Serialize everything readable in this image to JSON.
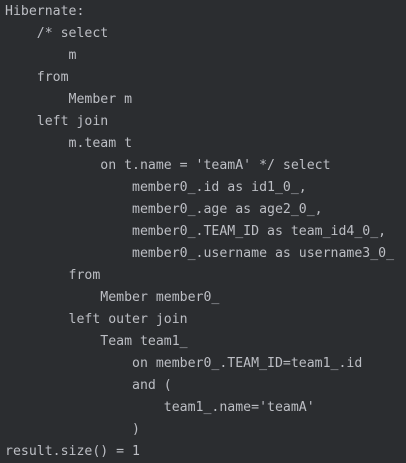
{
  "console": {
    "lines": [
      "Hibernate: ",
      "    /* select",
      "        m ",
      "    from",
      "        Member m ",
      "    left join",
      "        m.team t ",
      "            on t.name = 'teamA' */ select",
      "                member0_.id as id1_0_,",
      "                member0_.age as age2_0_,",
      "                member0_.TEAM_ID as team_id4_0_,",
      "                member0_.username as username3_0_ ",
      "        from",
      "            Member member0_ ",
      "        left outer join",
      "            Team team1_ ",
      "                on member0_.TEAM_ID=team1_.id ",
      "                and (",
      "                    team1_.name='teamA'",
      "                )",
      "result.size() = 1"
    ]
  }
}
